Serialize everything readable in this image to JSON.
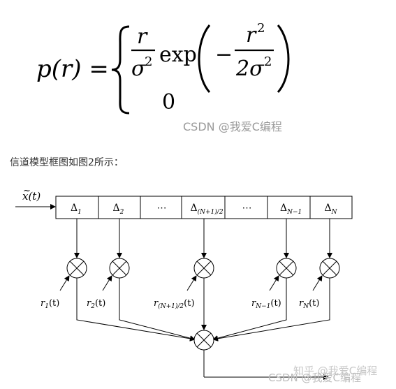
{
  "formula": {
    "lhs": "p(r) =",
    "num_r": "r",
    "den_sigma": "σ",
    "sq": "2",
    "exp": "exp",
    "minus": "−",
    "inner_num_r": "r",
    "inner_den": "2σ",
    "zero": "0"
  },
  "watermark_top": "CSDN @我爱C编程",
  "caption": "信道模型框图如图2所示：",
  "diagram": {
    "input_label": "x(t)",
    "input_tilde": "~",
    "delay_cells": [
      "Δ",
      "Δ",
      "⋯",
      "Δ",
      "⋯",
      "Δ",
      "Δ"
    ],
    "delay_subs": [
      "1",
      "2",
      "",
      "(N+1)/2",
      "",
      "N−1",
      "N"
    ],
    "gain_labels": [
      "r",
      "r",
      "r",
      "r",
      "r"
    ],
    "gain_subs": [
      "1",
      "2",
      "(N+1)/2",
      "N−1",
      "N"
    ],
    "gain_arg": "(t)"
  },
  "watermark_bottom": "CSDN @我爱C编程",
  "watermark_overlay": "知乎 @我爱C编程"
}
